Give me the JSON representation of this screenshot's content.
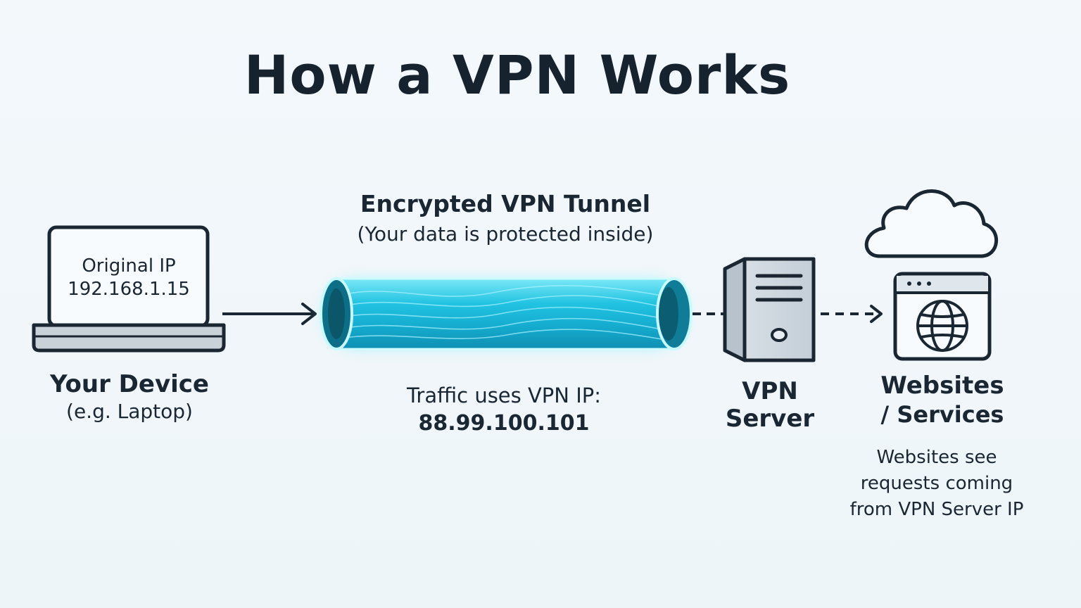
{
  "title": "How a VPN Works",
  "device": {
    "screen_line1": "Original IP",
    "screen_line2": "192.168.1.15",
    "name": "Your Device",
    "subtitle": "(e.g. Laptop)"
  },
  "tunnel": {
    "title": "Encrypted VPN Tunnel",
    "subtitle": "(Your data is protected inside)",
    "traffic_label": "Traffic uses VPN IP:",
    "vpn_ip": "88.99.100.101"
  },
  "server": {
    "name_line1": "VPN",
    "name_line2": "Server"
  },
  "websites": {
    "name_line1": "Websites",
    "name_line2": "/ Services",
    "note_line1": "Websites see",
    "note_line2": "requests coming",
    "note_line3": "from VPN Server IP"
  },
  "colors": {
    "ink": "#1a2733",
    "tunnel_cyan": "#1ec8e6",
    "tunnel_glow": "#5ef0ff",
    "device_fill": "#f8fbfd",
    "server_fill": "#c9d3dc"
  },
  "icons": [
    "laptop-icon",
    "encrypted-tunnel-icon",
    "server-tower-icon",
    "cloud-icon",
    "browser-window-icon",
    "globe-icon",
    "arrow-right-icon",
    "dashed-arrow-right-icon"
  ]
}
